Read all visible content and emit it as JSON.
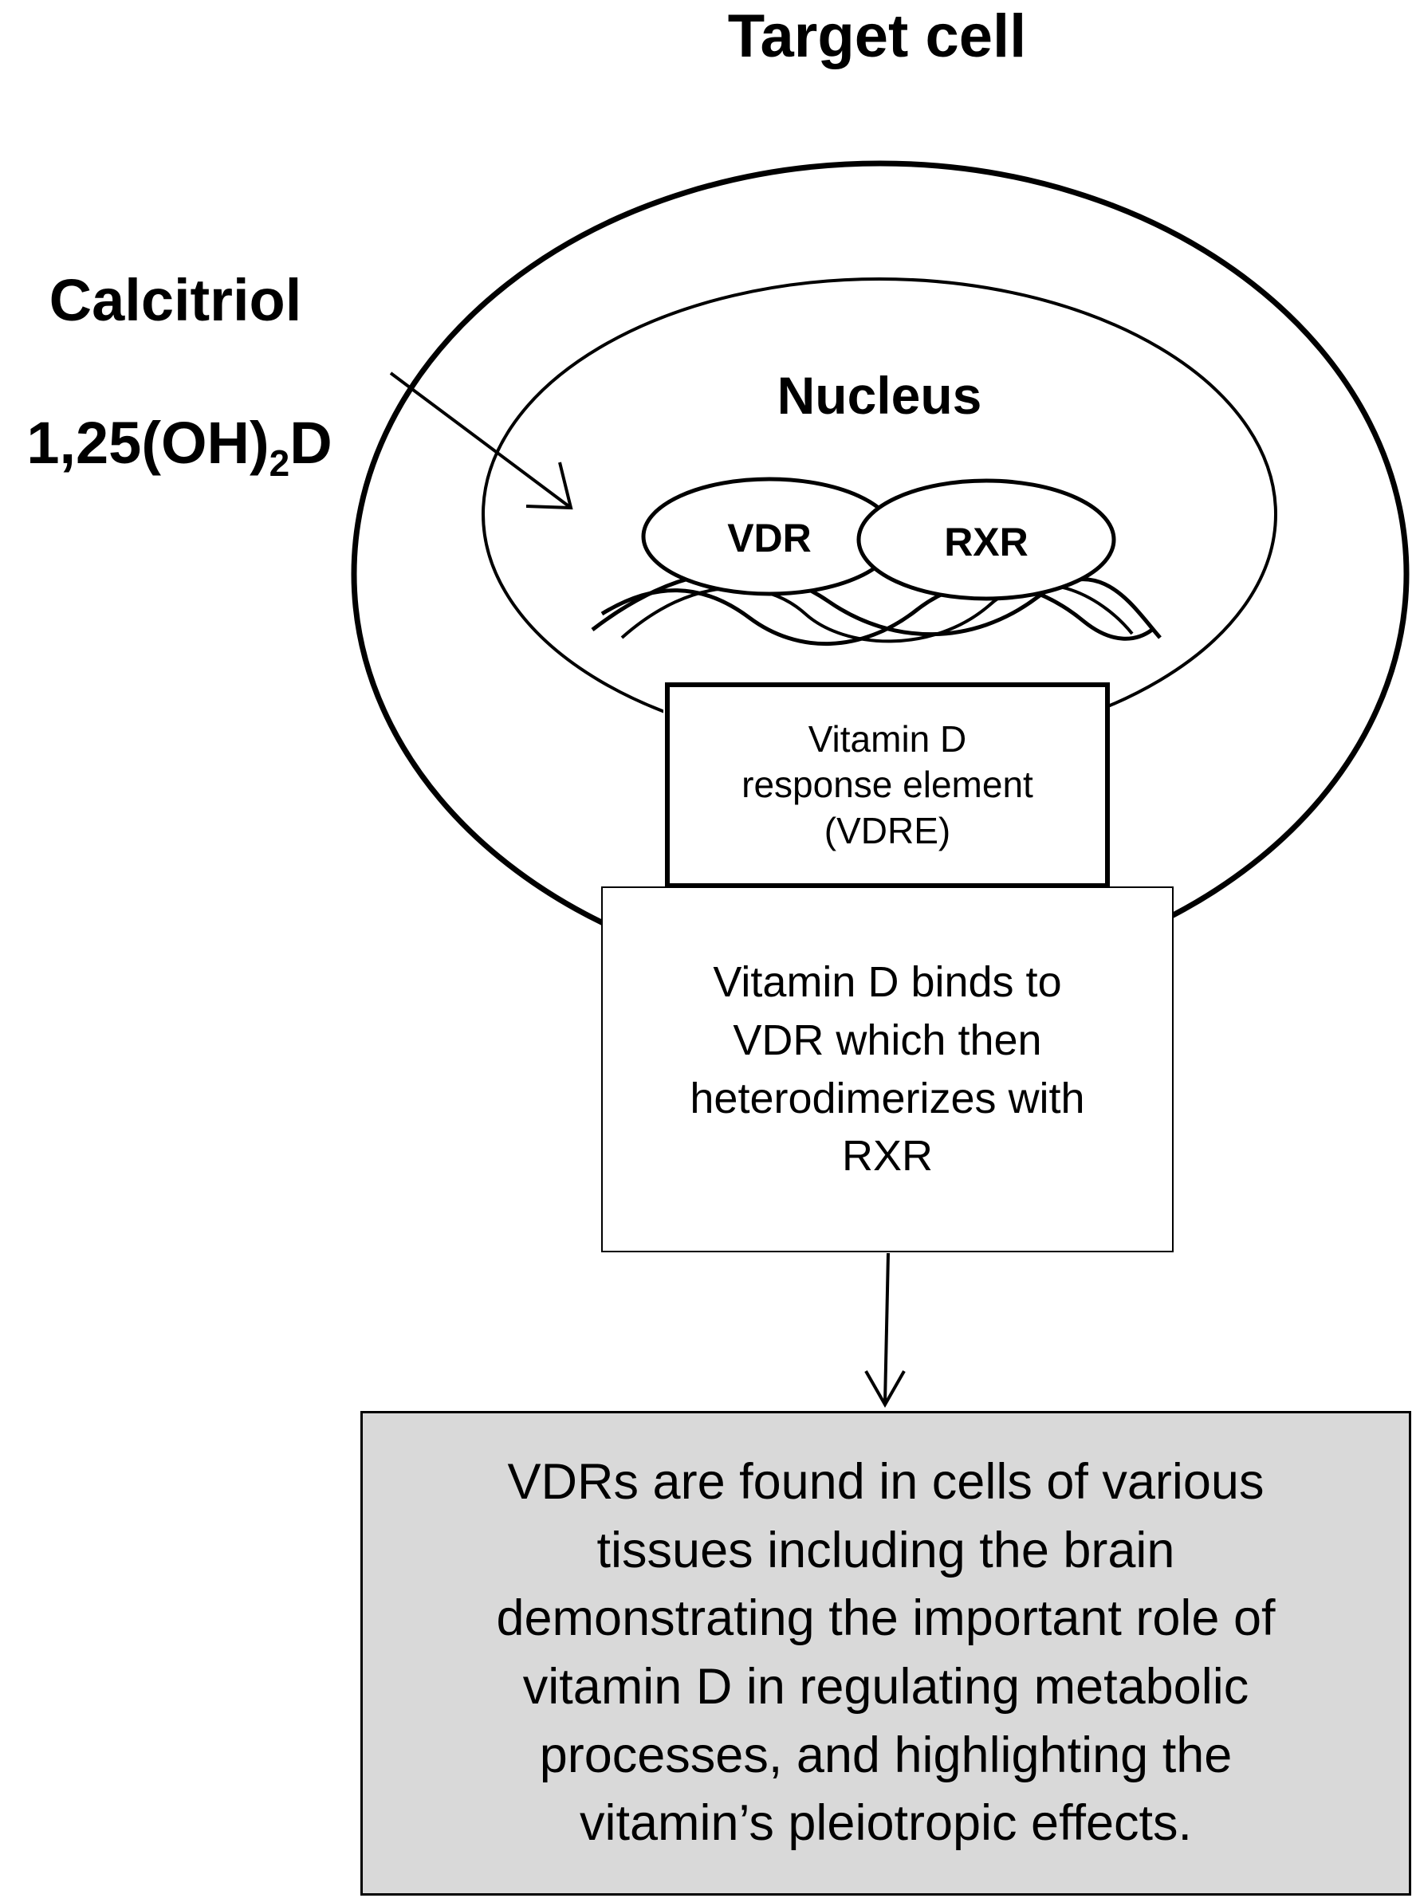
{
  "title": "Target cell",
  "ligand": {
    "name": "Calcitriol",
    "formula_prefix": "1,25(OH)",
    "formula_subscript": "2",
    "formula_suffix": "D"
  },
  "nucleus_label": "Nucleus",
  "receptors": {
    "left": "VDR",
    "right": "RXR"
  },
  "vdre_box": "Vitamin D\nresponse element\n(VDRE)",
  "binding_box": "Vitamin D binds to\nVDR which then\nheterodimerizes with\nRXR",
  "conclusion_box": "VDRs are found in cells of various\ntissues including the brain\ndemonstrating the important role of\nvitamin D in regulating metabolic\nprocesses, and highlighting the\nvitamin’s pleiotropic effects.",
  "colors": {
    "conclusion_fill": "#d9d9d9",
    "stroke": "#000000",
    "background": "#ffffff"
  }
}
